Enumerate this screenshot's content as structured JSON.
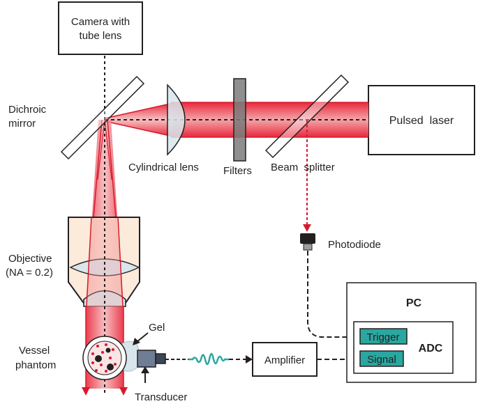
{
  "labels": {
    "camera_line1": "Camera with",
    "camera_line2": "tube lens",
    "dichroic_line1": "Dichroic",
    "dichroic_line2": "mirror",
    "pulsed_laser": "Pulsed  laser",
    "cylindrical_lens": "Cylindrical lens",
    "filters": "Filters",
    "beam_splitter": "Beam  splitter",
    "photodiode": "Photodiode",
    "objective_line1": "Objective",
    "objective_line2": "(NA = 0.2)",
    "gel": "Gel",
    "vessel_line1": "Vessel",
    "vessel_line2": "phantom",
    "transducer": "Transducer",
    "amplifier": "Amplifier",
    "pc": "PC",
    "adc": "ADC",
    "trigger": "Trigger",
    "signal": "Signal"
  },
  "colors": {
    "beam": "#e8283c",
    "beam_light": "#f4a5a8",
    "ink": "#231f20",
    "teal": "#2aa7a0",
    "lens_fill": "#d8e6ec",
    "objective_body": "#fbe5d2",
    "filter_gray": "#7b7b7b",
    "red_dots": "#d7192b"
  }
}
